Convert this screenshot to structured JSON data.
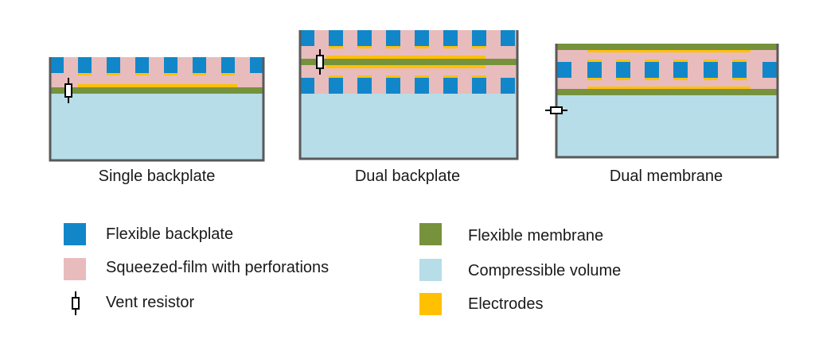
{
  "colors": {
    "backplate": "#1187c9",
    "squeezed_film": "#e8bcbc",
    "membrane": "#76923c",
    "volume": "#b7dde8",
    "electrode": "#ffc000",
    "frame": "#595959"
  },
  "panels": [
    {
      "caption": "Single backplate"
    },
    {
      "caption": "Dual backplate"
    },
    {
      "caption": "Dual membrane"
    }
  ],
  "legend": [
    {
      "label": "Flexible backplate",
      "swatch": "backplate"
    },
    {
      "label": "Squeezed-film with perforations",
      "swatch": "squeezed_film"
    },
    {
      "label": "Vent resistor",
      "swatch": "vent-icon"
    },
    {
      "label": "Flexible membrane",
      "swatch": "membrane"
    },
    {
      "label": "Compressible volume",
      "swatch": "volume"
    },
    {
      "label": "Electrodes",
      "swatch": "electrode"
    }
  ]
}
